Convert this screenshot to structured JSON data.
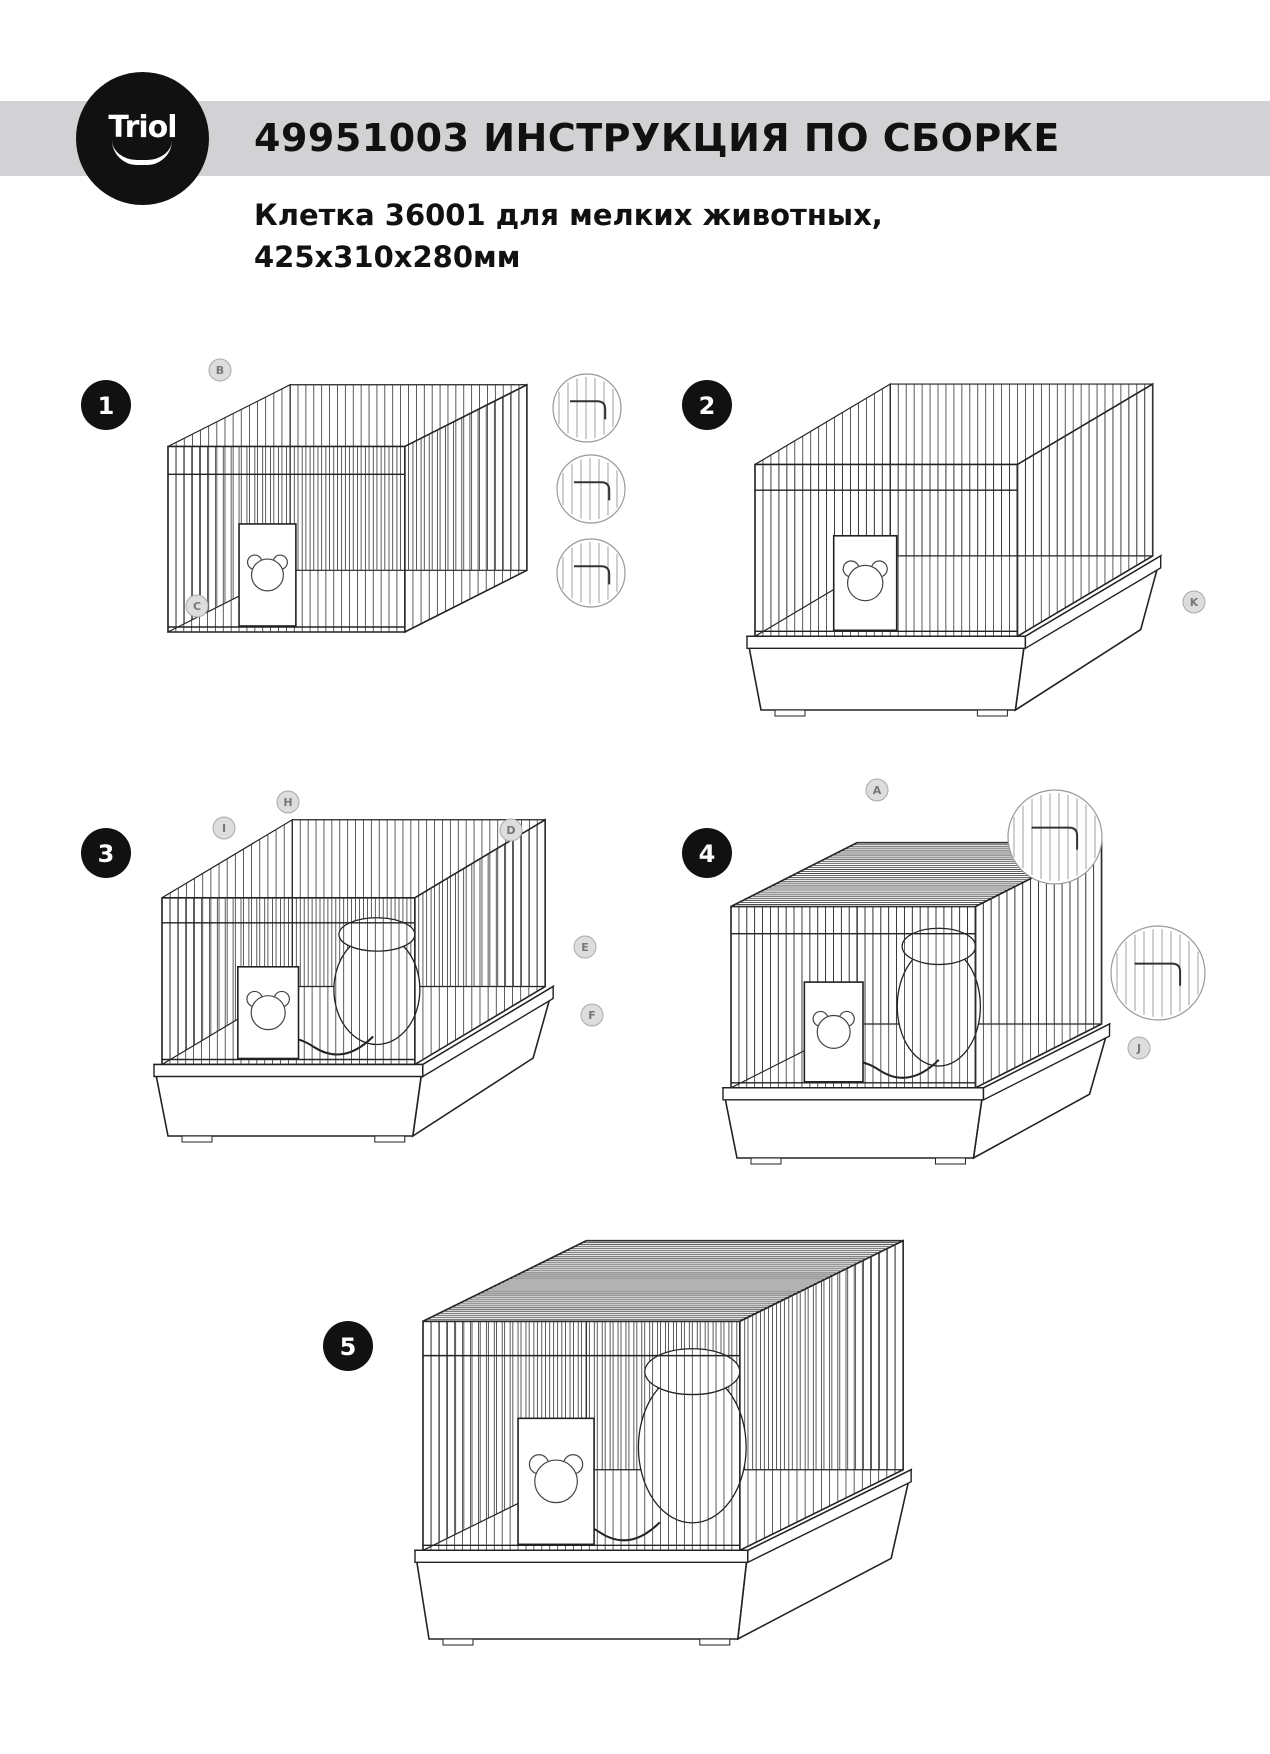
{
  "header": {
    "logo": "Triol",
    "title": "49951003 ИНСТРУКЦИЯ ПО СБОРКЕ",
    "subtitle_line1": "Клетка 36001 для мелких животных,",
    "subtitle_line2": "425x310x280мм"
  },
  "steps": [
    "1",
    "2",
    "3",
    "4",
    "5"
  ],
  "parts": {
    "A": "A",
    "B": "B",
    "C": "C",
    "D": "D",
    "E": "E",
    "F": "F",
    "H": "H",
    "I": "I",
    "J": "J",
    "K": "K"
  }
}
